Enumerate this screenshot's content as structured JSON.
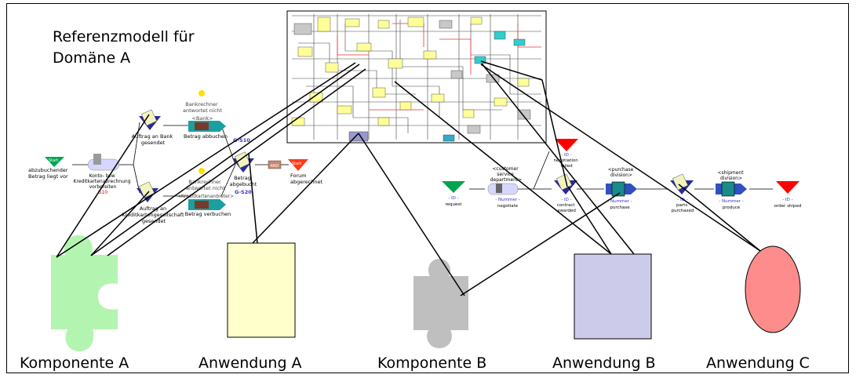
{
  "title_line1": "Referenzmodell für",
  "title_line2": "Domäne A",
  "captions": {
    "komponente_a": "Komponente A",
    "anwendung_a": "Anwendung A",
    "komponente_b": "Komponente B",
    "anwendung_b": "Anwendung B",
    "anwendung_c": "Anwendung C"
  },
  "process1": {
    "start_label": "Start",
    "start_text": "abzubuchender\nBetrag liegt vor",
    "func1": "Konto- bzw\nKreditkartenabrechnung\nvorbereiten",
    "func1_code": "G10",
    "event_bank": "Auftrag an Bank\ngesendet",
    "event_kredit": "Auftrag an\nKreditkartengesellschaft\ngesendet",
    "info_bank": "Bankrechner\nantwortet nicht",
    "role_bank": "<Bank>",
    "func_abbuchen": "Betrag abbuchen",
    "code_s10": "G-S10",
    "info_kredit": "Bankrechner\nantwortet nicht",
    "role_kredit": "<Kreditkartenanbieter>",
    "func_verbuchen": "Betrag verbuchen",
    "code_s20": "G-S20",
    "event_abgebucht": "Betrag\nabgebucht",
    "and_label": "AND",
    "end_label": "Start",
    "end_text": "Forum\nabgerechnet"
  },
  "process2": {
    "request_id": "- ID -",
    "request_label": "request",
    "csd_role": "<customer\nservice\ndepartment>",
    "negotiate_num": "- Nummer -",
    "negotiate_label": "negotiate",
    "failed_id": "- ID -",
    "failed_label": "negotiation\nfailed",
    "contract_id": "- ID -",
    "contract_label": "contract\nawarded",
    "purchase_role": "<purchase\ndivision>",
    "purchase_num": "- Nummer -",
    "purchase_label": "purchase",
    "parts_id": "- ID -",
    "parts_label": "parts\npurchased",
    "shipment_role": "<shipment\ndivision>",
    "produce_num": "- Nummer -",
    "produce_label": "produce",
    "order_id": "- ID -",
    "order_label": "order shiped"
  },
  "colors": {
    "puzzle_green": "#b3f5b0",
    "puzzle_gray": "#bfbfbf",
    "doc_yellow": "#ffffcc",
    "doc_lavender": "#ccccea",
    "oval_pink": "#ff8c8c",
    "event_green": "#00a64f",
    "event_red": "#ff0000",
    "function_teal": "#0c8a8a"
  }
}
